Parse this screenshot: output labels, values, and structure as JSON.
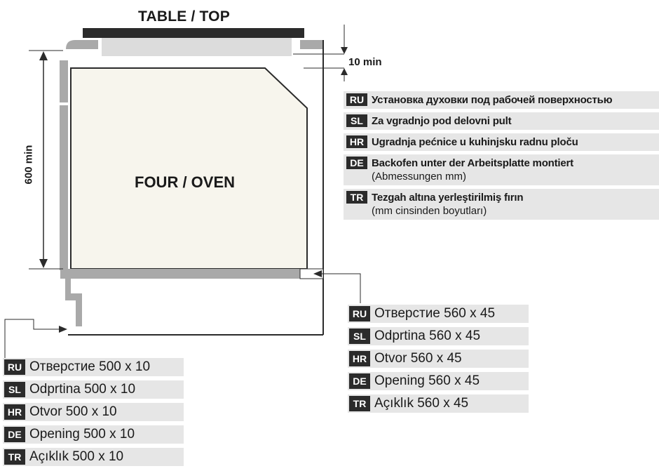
{
  "table_label": "TABLE / TOP",
  "oven_label": "FOUR / OVEN",
  "dim_height": "600 min",
  "dim_gap": "10 min",
  "colors": {
    "dark": "#2b2b2b",
    "panel": "#a9a9a9",
    "light_panel": "#dcdcdc",
    "legend_bg": "#e6e6e6",
    "oven_fill": "#f7f5ed"
  },
  "legend_install": [
    {
      "code": "RU",
      "line1": "Установка духовки под рабочей поверхностью",
      "line2": ""
    },
    {
      "code": "SL",
      "line1": "Za vgradnjo pod delovni pult",
      "line2": ""
    },
    {
      "code": "HR",
      "line1": "Ugradnja pećnice u kuhinjsku radnu ploču",
      "line2": ""
    },
    {
      "code": "DE",
      "line1": "Backofen unter der Arbeitsplatte montiert",
      "line2": "(Abmessungen mm)"
    },
    {
      "code": "TR",
      "line1": "Tezgah altına yerleştirilmiş fırın",
      "line2": "(mm cinsinden boyutları)"
    }
  ],
  "legend_opening_560": [
    {
      "code": "RU",
      "text": "Отверстие 560 x 45"
    },
    {
      "code": "SL",
      "text": "Odprtina 560 x 45"
    },
    {
      "code": "HR",
      "text": "Otvor 560 x 45"
    },
    {
      "code": "DE",
      "text": "Opening 560 x 45"
    },
    {
      "code": "TR",
      "text": "Açıklık 560 x 45"
    }
  ],
  "legend_opening_500": [
    {
      "code": "RU",
      "text": "Отверстие 500 x 10"
    },
    {
      "code": "SL",
      "text": "Odprtina 500 x 10"
    },
    {
      "code": "HR",
      "text": "Otvor 500 x 10"
    },
    {
      "code": "DE",
      "text": "Opening 500 x 10"
    },
    {
      "code": "TR",
      "text": "Açıklık 500 x 10"
    }
  ]
}
